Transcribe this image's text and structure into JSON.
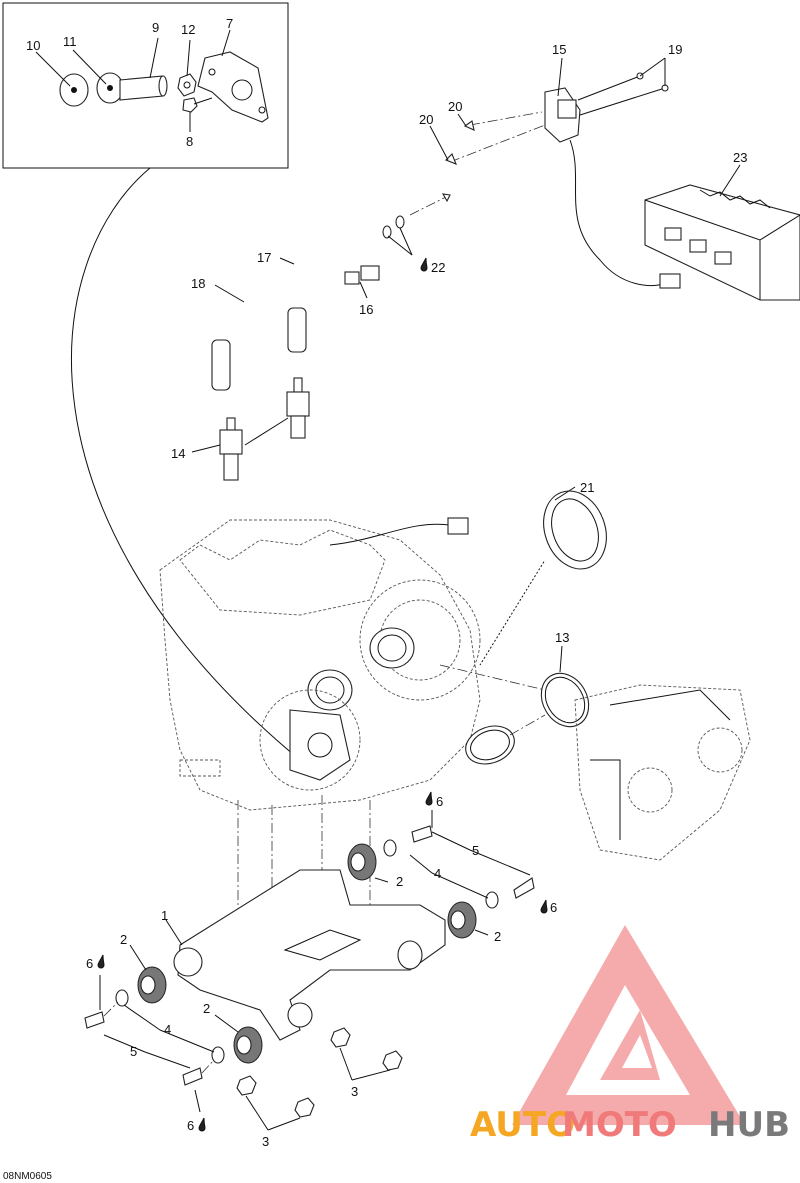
{
  "diagram": {
    "image_code": "08NM0605",
    "callouts": [
      {
        "id": "c10",
        "text": "10"
      },
      {
        "id": "c11",
        "text": "11"
      },
      {
        "id": "c9",
        "text": "9"
      },
      {
        "id": "c12",
        "text": "12"
      },
      {
        "id": "c7",
        "text": "7"
      },
      {
        "id": "c8",
        "text": "8"
      },
      {
        "id": "c15",
        "text": "15"
      },
      {
        "id": "c19",
        "text": "19"
      },
      {
        "id": "c20a",
        "text": "20"
      },
      {
        "id": "c20b",
        "text": "20"
      },
      {
        "id": "c23",
        "text": "23"
      },
      {
        "id": "c17",
        "text": "17"
      },
      {
        "id": "c18",
        "text": "18"
      },
      {
        "id": "c22",
        "text": "22"
      },
      {
        "id": "c16",
        "text": "16"
      },
      {
        "id": "c14",
        "text": "14"
      },
      {
        "id": "c21",
        "text": "21"
      },
      {
        "id": "c13",
        "text": "13"
      },
      {
        "id": "c6a",
        "text": "6"
      },
      {
        "id": "c2a",
        "text": "2"
      },
      {
        "id": "c5a",
        "text": "5"
      },
      {
        "id": "c4a",
        "text": "4"
      },
      {
        "id": "c6b",
        "text": "6"
      },
      {
        "id": "c2b",
        "text": "2"
      },
      {
        "id": "c1",
        "text": "1"
      },
      {
        "id": "c2c",
        "text": "2"
      },
      {
        "id": "c6c",
        "text": "6"
      },
      {
        "id": "c2d",
        "text": "2"
      },
      {
        "id": "c4b",
        "text": "4"
      },
      {
        "id": "c5b",
        "text": "5"
      },
      {
        "id": "c3a",
        "text": "3"
      },
      {
        "id": "c6d",
        "text": "6"
      },
      {
        "id": "c3b",
        "text": "3"
      }
    ]
  },
  "watermark": {
    "part1": "AUTO",
    "part2": "MOTO",
    "part3": "HUB",
    "color_orange": "#f5a623",
    "color_red": "#f07a7a",
    "color_gray": "#7a7a7a"
  }
}
